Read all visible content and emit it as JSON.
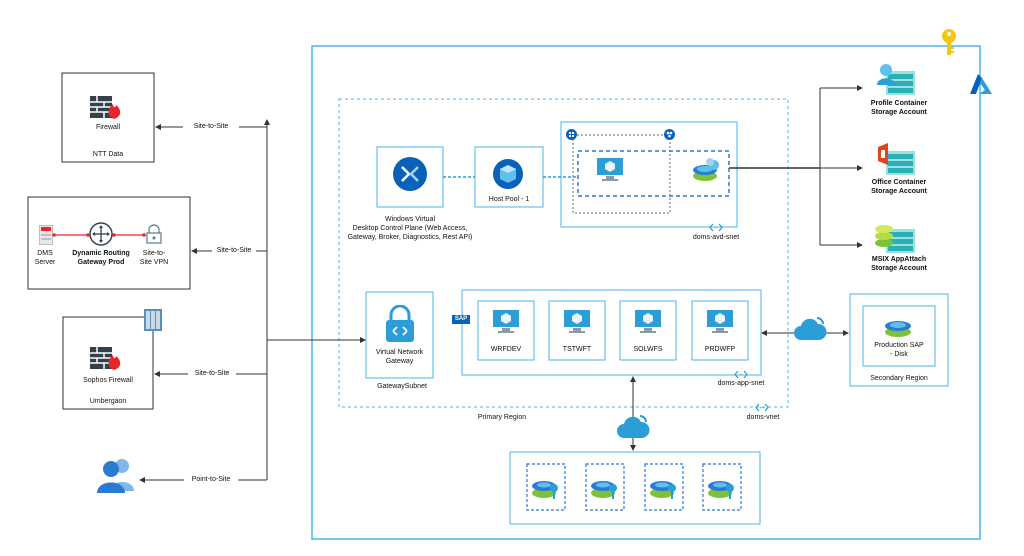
{
  "left": {
    "ntt": {
      "icon_label": "Firewall",
      "name": "NTT Data",
      "link": "Site-to-Site"
    },
    "dms": {
      "server": "DMS\nServer",
      "router": "Dynamic Routing\nGateway Prod",
      "vpn": "Site-to-\nSite VPN",
      "link": "Site-to-Site"
    },
    "umbergaon": {
      "icon_label": "Sophos Firewall",
      "name": "Umbergaon",
      "link": "Site-to-Site"
    },
    "users": {
      "link": "Point-to-Site"
    }
  },
  "avd": {
    "control_plane": "Windows Virtual\nDesktop Control Plane (Web Access,\nGateway, Broker, Diagnostics, Rest API)",
    "host_pool": "Host Pool - 1",
    "subnet": "doms-avd-snet"
  },
  "storage": [
    {
      "label": "Profile Container\nStorage Account"
    },
    {
      "label": "Office Container\nStorage Account"
    },
    {
      "label": "MSIX AppAttach\nStorage Account"
    }
  ],
  "gateway": {
    "label": "Virtual Network\nGateway",
    "subnet": "GatewaySubnet"
  },
  "app": {
    "sap_badge": "SAP",
    "vms": [
      "WRFDEV",
      "TSTWFT",
      "SOLWFS",
      "PRDWFP"
    ],
    "subnet": "doms-app-snet"
  },
  "region": {
    "primary": "Primary Region",
    "vnet": "doms-vnet"
  },
  "secondary": {
    "disk": "Production SAP\n- Disk",
    "name": "Secondary Region"
  },
  "colors": {
    "azure_blue": "#2b9ed8",
    "red_fire": "#e8262c",
    "dark_icon": "#33414e",
    "green": "#7cc33a"
  }
}
